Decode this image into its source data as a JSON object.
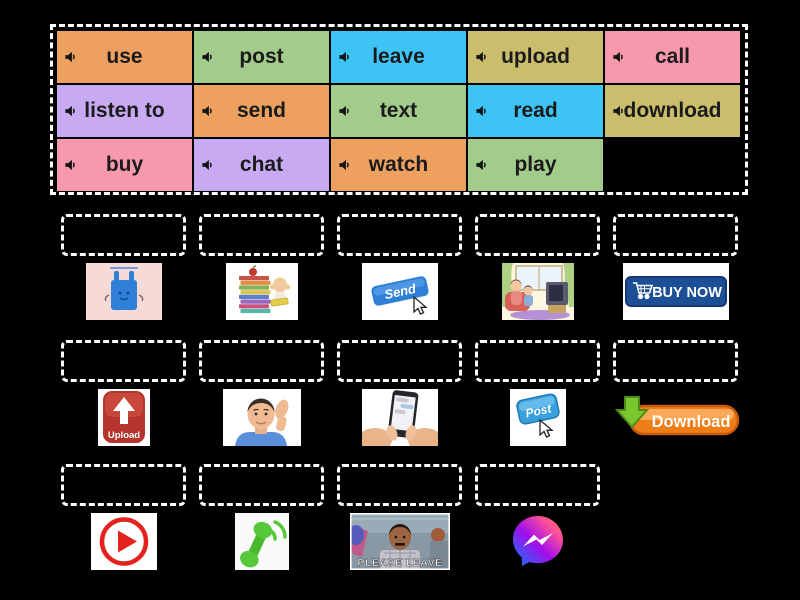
{
  "page": {
    "background": "#000000"
  },
  "word_bank": {
    "rows": [
      [
        {
          "label": "use",
          "color": "#eda05f"
        },
        {
          "label": "post",
          "color": "#a2cb8c"
        },
        {
          "label": "leave",
          "color": "#3ec3f5"
        },
        {
          "label": "upload",
          "color": "#cabd6b"
        },
        {
          "label": "call",
          "color": "#f898ad"
        }
      ],
      [
        {
          "label": "listen to",
          "color": "#c7aaf2"
        },
        {
          "label": "send",
          "color": "#eda05f"
        },
        {
          "label": "text",
          "color": "#a2cb8c"
        },
        {
          "label": "read",
          "color": "#3ec3f5"
        },
        {
          "label": "download",
          "color": "#cabd6b"
        }
      ],
      [
        {
          "label": "buy",
          "color": "#f898ad"
        },
        {
          "label": "chat",
          "color": "#c7aaf2"
        },
        {
          "label": "watch",
          "color": "#eda05f"
        },
        {
          "label": "play",
          "color": "#a2cb8c"
        }
      ]
    ]
  },
  "match_area": {
    "rows": [
      {
        "items": [
          {
            "image": "plastic-bag"
          },
          {
            "image": "girl-reading-books"
          },
          {
            "image": "send-button",
            "text": "Send"
          },
          {
            "image": "watching-tv"
          },
          {
            "image": "buy-now-button",
            "text": "BUY NOW"
          }
        ]
      },
      {
        "items": [
          {
            "image": "upload-button",
            "text": "Upload"
          },
          {
            "image": "man-listening"
          },
          {
            "image": "texting-on-phone"
          },
          {
            "image": "post-button",
            "text": "Post"
          },
          {
            "image": "download-button",
            "text": "Download"
          }
        ]
      },
      {
        "items": [
          {
            "image": "play-button"
          },
          {
            "image": "phone-call"
          },
          {
            "image": "please-leave-video",
            "text": "PLEASE LEAVE"
          },
          {
            "image": "messenger-logo"
          }
        ]
      }
    ]
  }
}
